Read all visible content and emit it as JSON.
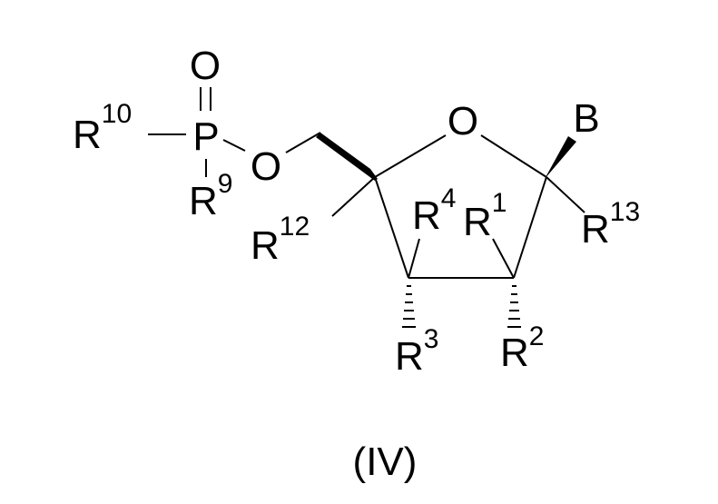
{
  "structure": {
    "atoms": {
      "o_top": "O",
      "p": "P",
      "o_ester": "O",
      "o_ring": "O",
      "b": "B"
    },
    "substituents": {
      "r10": {
        "base": "R",
        "sup": "10"
      },
      "r9": {
        "base": "R",
        "sup": "9"
      },
      "r12": {
        "base": "R",
        "sup": "12"
      },
      "r4": {
        "base": "R",
        "sup": "4"
      },
      "r1": {
        "base": "R",
        "sup": "1"
      },
      "r13": {
        "base": "R",
        "sup": "13"
      },
      "r3": {
        "base": "R",
        "sup": "3"
      },
      "r2": {
        "base": "R",
        "sup": "2"
      }
    },
    "caption": "(IV)"
  }
}
